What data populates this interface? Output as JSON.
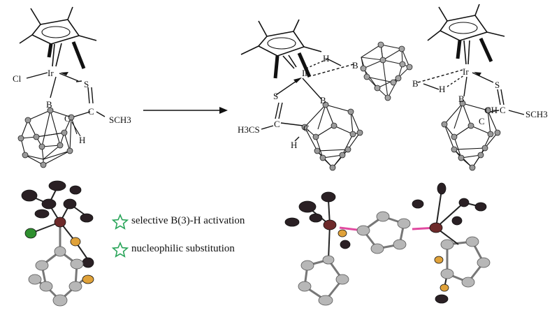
{
  "labels": {
    "left_cl": "Cl",
    "left_ir": "Ir",
    "left_s": "S",
    "left_b": "B",
    "left_c1": "C",
    "left_c2": "C",
    "left_h": "H",
    "left_sch3": "SCH3",
    "mid_h_left": "H",
    "mid_b_left": "B",
    "mid_b_right": "B",
    "mid_h_right": "H",
    "mid_ir_left": "Ir",
    "mid_s_left": "S",
    "mid_b_lower_left": "B",
    "mid_h3cs": "H3CS",
    "mid_c_left": "C",
    "mid_c_left2": "C",
    "mid_h_lower_left": "H",
    "right_ir": "Ir",
    "right_s": "S",
    "right_b": "B",
    "right_ch": "CH",
    "right_c": "C",
    "right_c2": "C",
    "right_sch3": "SCH3"
  },
  "notes": {
    "note1": "selective B(3)-H activation",
    "note2": "nucleophilic substitution"
  },
  "colors": {
    "bond": "#111111",
    "carbon_ellipsoid": "#2a2024",
    "boron_ellipsoid": "#b7b7b7",
    "iridium": "#6d2a2a",
    "sulfur": "#e0a23a",
    "chlorine": "#2f8f2f",
    "highlight_bond": "#e14aa0",
    "star": "#2aa55a"
  },
  "icons": {
    "star1": "star-outline-icon",
    "star2": "star-outline-icon"
  }
}
